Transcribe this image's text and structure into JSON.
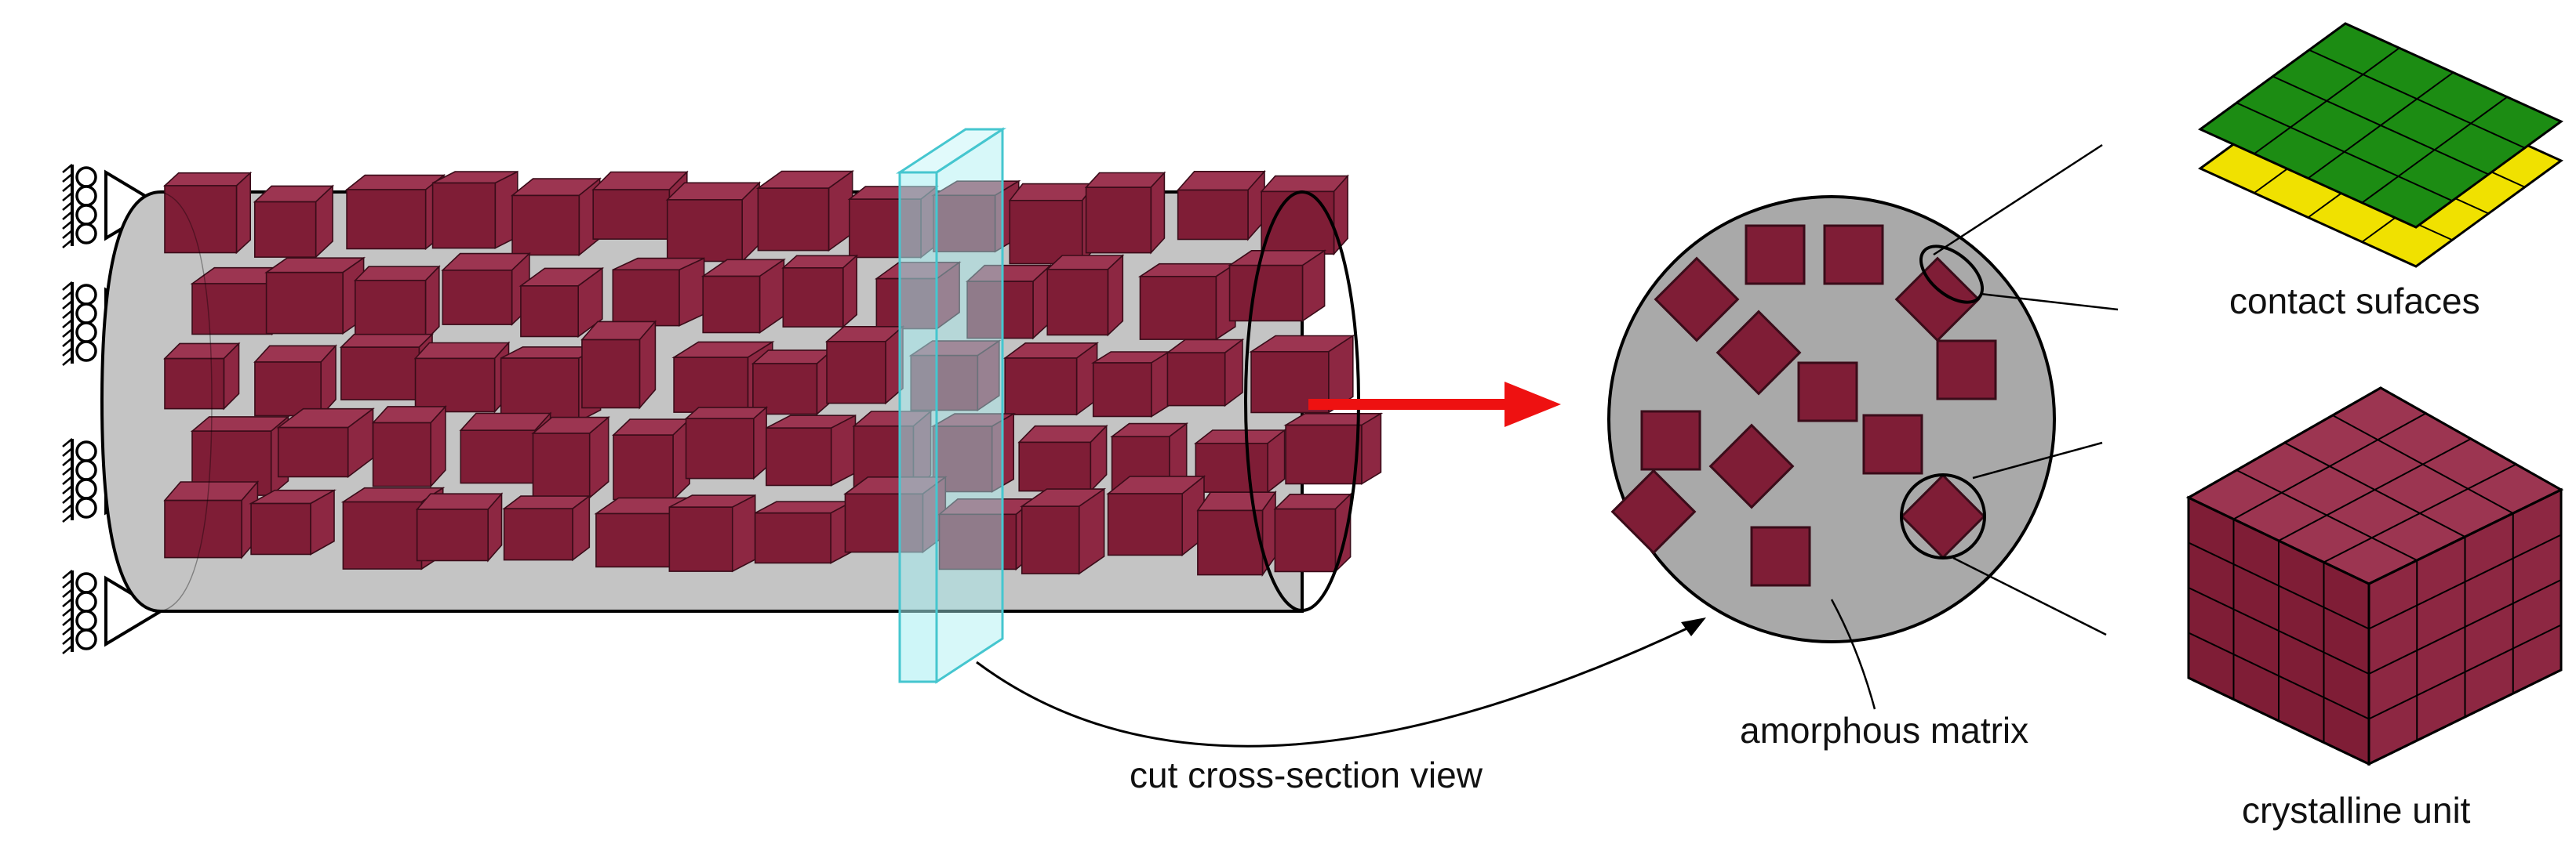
{
  "labels": {
    "cut_view": "cut cross-section view",
    "matrix": "amorphous matrix",
    "contact": "contact sufaces",
    "crystal": "crystalline unit"
  },
  "colors": {
    "crystal_front": "#7f1d36",
    "crystal_side": "#8d2742",
    "crystal_top": "#9c3551",
    "crystal_edge": "#3a0c19",
    "matrix_gray": "#a9a9a9",
    "matrix_light": "#c4c4c4",
    "plane_fill": "#a6eff2",
    "plane_edge": "#45c6cf",
    "arrow_red": "#ee1111",
    "surface_green": "#1c8c13",
    "surface_yellow": "#f0e100",
    "line": "#000000"
  },
  "icons": [
    "roller-support-icon",
    "red-arrow-icon",
    "curved-arrow-icon"
  ]
}
